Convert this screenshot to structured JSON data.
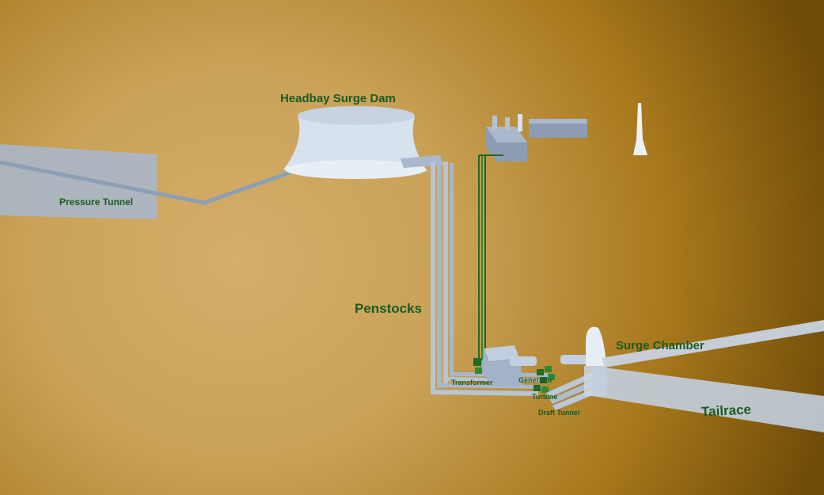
{
  "labels": {
    "headbay_surge_dam": "Headbay Surge Dam",
    "pressure_tunnel": "Pressure Tunnel",
    "penstocks": "Penstocks",
    "surge_chamber": "Surge Chamber",
    "tailrace": "Tailrace",
    "transformer": "Transformer",
    "generator": "Generator",
    "turbine": "Turbine",
    "draft_tunnel": "Draft Tunnel"
  },
  "colors": {
    "background": "#c9a258",
    "background_dark": "#6f4c08",
    "label_green": "#1c5a22",
    "structure_blue": "#b9c8dc",
    "pipe_blue": "#9fb0c6",
    "cable_green": "#1f6b25"
  }
}
